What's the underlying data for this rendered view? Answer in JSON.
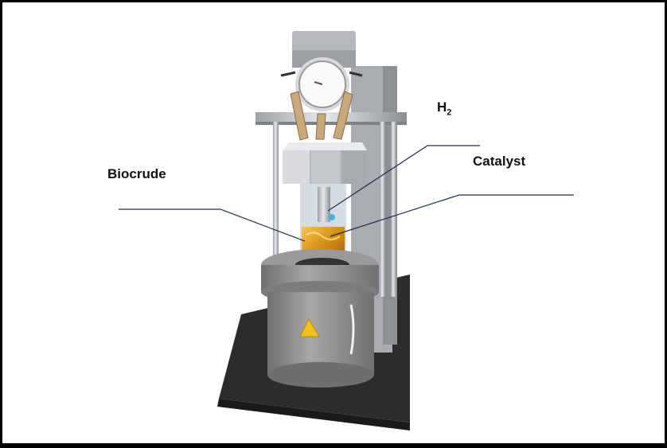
{
  "labels": {
    "h2": {
      "base": "H",
      "sub": "2"
    },
    "catalyst": "Catalyst",
    "biocrude": "Biocrude"
  },
  "colors": {
    "leader_line": "#1f2d55",
    "liquid": "#e0a020",
    "warning_triangle": "#f2c21a",
    "base_mat": "#2a2a2a",
    "housing": "#8a8a8a"
  },
  "icons": {
    "warning": "warning-triangle-icon",
    "gauge": "pressure-gauge-icon"
  }
}
